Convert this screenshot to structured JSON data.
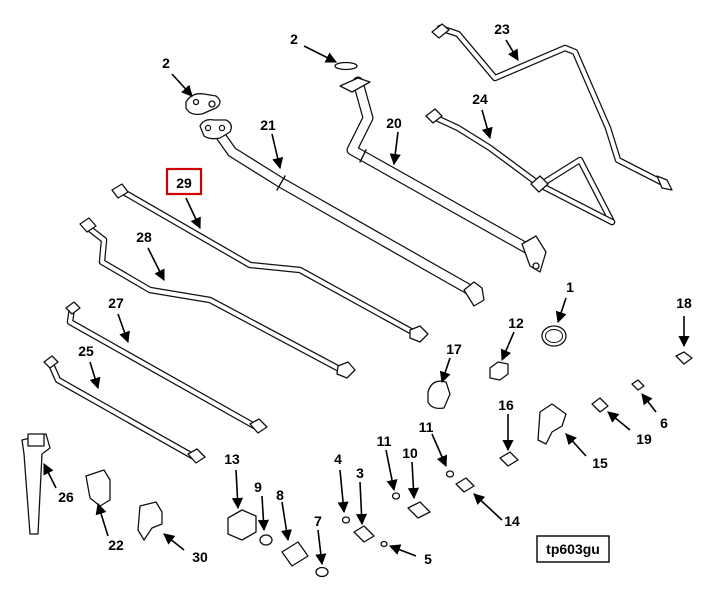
{
  "figure": {
    "reference_code": "tp603gu",
    "highlight_color": "#d00000",
    "callouts": [
      {
        "id": "c1",
        "label": "1"
      },
      {
        "id": "c2a",
        "label": "2"
      },
      {
        "id": "c2b",
        "label": "2"
      },
      {
        "id": "c3",
        "label": "3"
      },
      {
        "id": "c4",
        "label": "4"
      },
      {
        "id": "c5",
        "label": "5"
      },
      {
        "id": "c6",
        "label": "6"
      },
      {
        "id": "c7",
        "label": "7"
      },
      {
        "id": "c8",
        "label": "8"
      },
      {
        "id": "c9",
        "label": "9"
      },
      {
        "id": "c10",
        "label": "10"
      },
      {
        "id": "c11a",
        "label": "11"
      },
      {
        "id": "c11b",
        "label": "11"
      },
      {
        "id": "c12",
        "label": "12"
      },
      {
        "id": "c13",
        "label": "13"
      },
      {
        "id": "c14",
        "label": "14"
      },
      {
        "id": "c15",
        "label": "15"
      },
      {
        "id": "c16",
        "label": "16"
      },
      {
        "id": "c17",
        "label": "17"
      },
      {
        "id": "c18",
        "label": "18"
      },
      {
        "id": "c19",
        "label": "19"
      },
      {
        "id": "c20",
        "label": "20"
      },
      {
        "id": "c21",
        "label": "21"
      },
      {
        "id": "c22",
        "label": "22"
      },
      {
        "id": "c23",
        "label": "23"
      },
      {
        "id": "c24",
        "label": "24"
      },
      {
        "id": "c25",
        "label": "25"
      },
      {
        "id": "c26",
        "label": "26"
      },
      {
        "id": "c27",
        "label": "27"
      },
      {
        "id": "c28",
        "label": "28"
      },
      {
        "id": "c29",
        "label": "29"
      },
      {
        "id": "c30",
        "label": "30"
      }
    ],
    "highlighted_callout": "29"
  }
}
